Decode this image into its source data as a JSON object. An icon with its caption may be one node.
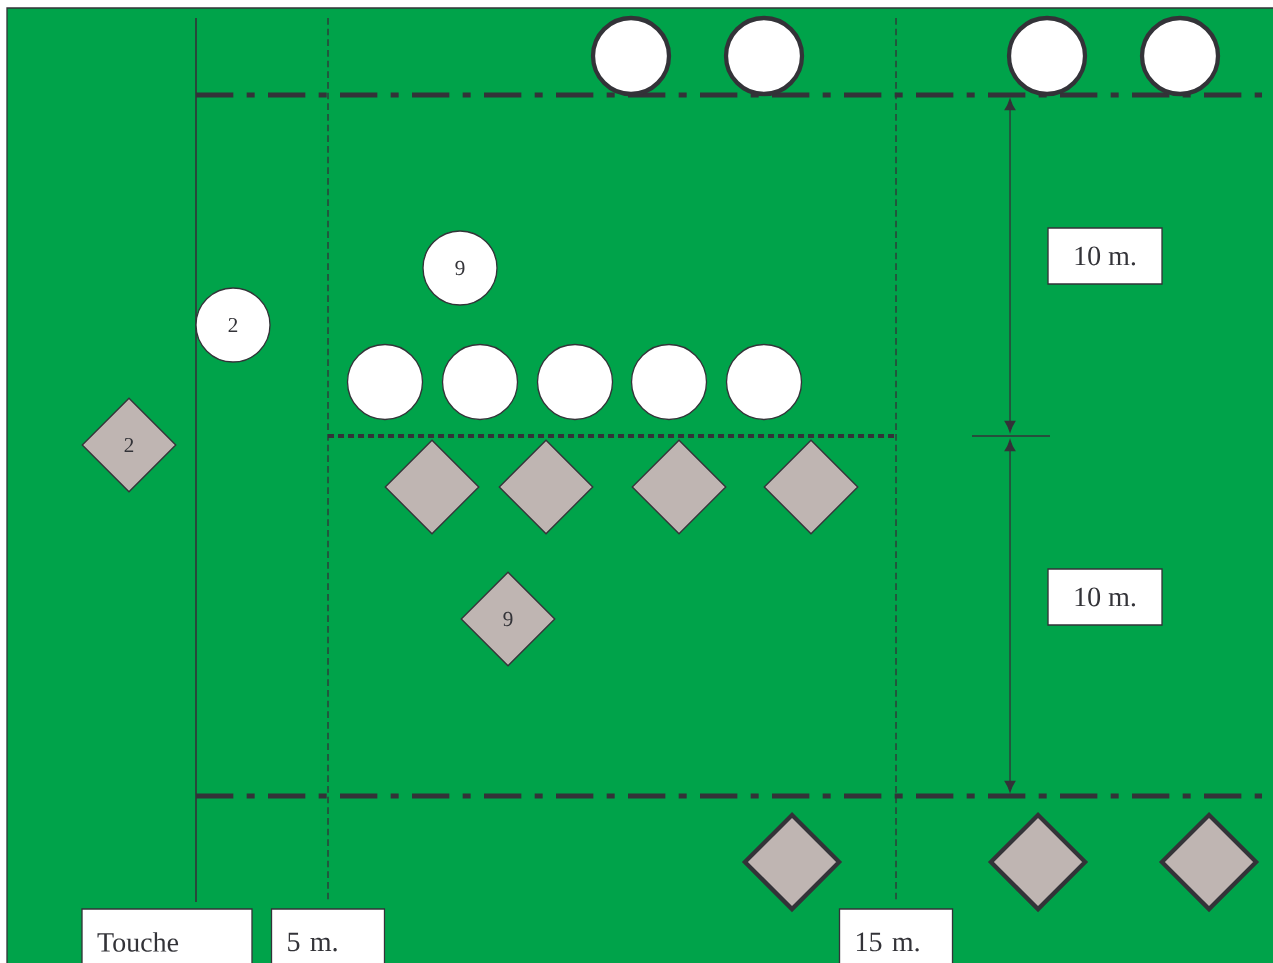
{
  "diagram": {
    "nodes": [
      {
        "text": [],
        "shape": "circle"
      },
      {
        "text": [],
        "shape": "circle"
      },
      {
        "text": [],
        "shape": "circle"
      },
      {
        "text": [],
        "shape": "circle"
      },
      {
        "text": [
          "10 m."
        ]
      },
      {
        "text": [
          "9"
        ]
      },
      {
        "text": [
          "2"
        ]
      },
      {
        "text": [],
        "shape": "circle"
      },
      {
        "text": [],
        "shape": "circle"
      },
      {
        "text": [],
        "shape": "circle"
      },
      {
        "text": [],
        "shape": "circle"
      },
      {
        "text": [],
        "shape": "circle"
      },
      {
        "text": [
          "2"
        ]
      },
      {
        "text": [],
        "shape": "diamond"
      },
      {
        "text": [],
        "shape": "diamond"
      },
      {
        "text": [],
        "shape": "diamond"
      },
      {
        "text": [],
        "shape": "diamond"
      },
      {
        "text": [
          "10 m."
        ]
      },
      {
        "text": [
          "9"
        ]
      },
      {
        "text": [],
        "shape": "diamond"
      },
      {
        "text": [],
        "shape": "diamond"
      },
      {
        "text": [],
        "shape": "diamond"
      },
      {
        "text": [
          "Touche"
        ]
      },
      {
        "text": [
          "5 m."
        ]
      },
      {
        "text": [
          "15 m."
        ]
      }
    ]
  }
}
